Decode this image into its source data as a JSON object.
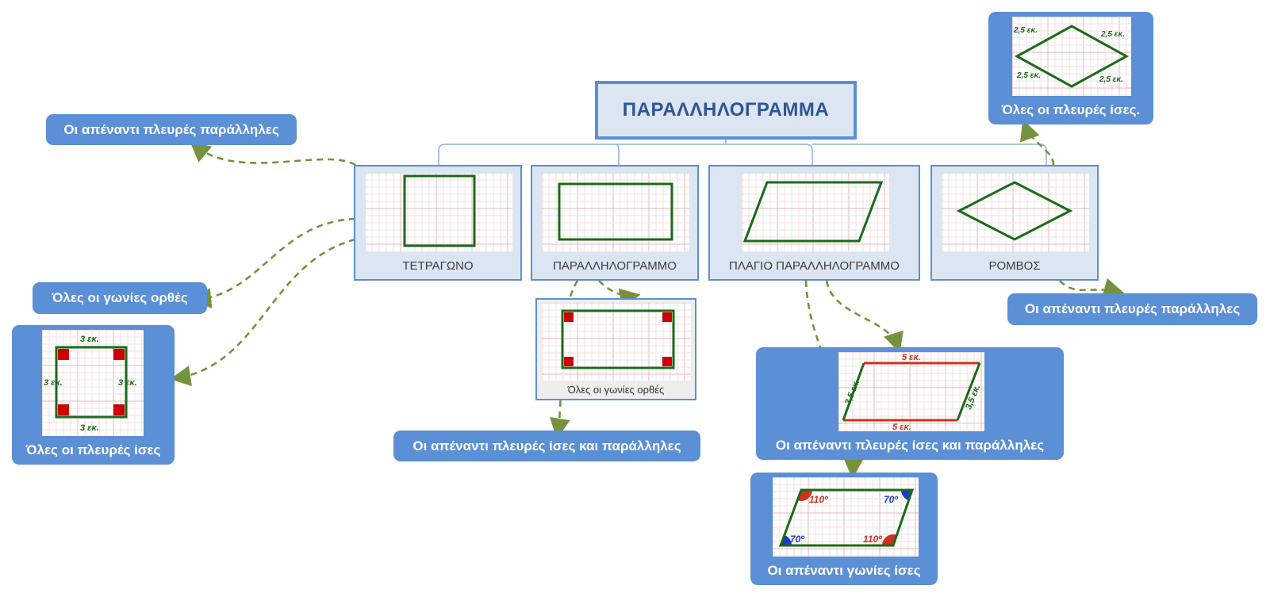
{
  "root": {
    "title": "ΠΑΡΑΛΛΗΛΟΓΡΑΜΜΑ"
  },
  "shapes": {
    "square": "ΤΕΤΡΑΓΩΝΟ",
    "rectangle": "ΠΑΡΑΛΛΗΛΟΓΡΑΜΜΟ",
    "oblique": "ΠΛΑΓΙΟ ΠΑΡΑΛΛΗΛΟΓΡΑΜΜΟ",
    "rhombus": "ΡΟΜΒΟΣ"
  },
  "notes": {
    "square_parallel": "Οι απέναντι πλευρές παράλληλες",
    "square_right_angles": "Όλες οι γωνίες ορθές",
    "square_equal_sides": "Όλες οι πλευρές ίσες",
    "rect_right_angles": "Όλες οι γωνίες ορθές",
    "rect_sides": "Οι απέναντι πλευρές ίσες και παράλληλες",
    "oblique_sides": "Οι απέναντι πλευρές ίσες και παράλληλες",
    "oblique_angles": "Οι απέναντι γωνίες ίσες",
    "rhombus_equal_sides": "Όλες οι πλευρές ίσες.",
    "rhombus_parallel": "Οι απέναντι πλευρές παράλληλες"
  },
  "measures": {
    "square_side": "3 εκ.",
    "oblique_long": "5 εκ.",
    "oblique_short": "3,5 εκ.",
    "rhombus_side": "2,5 εκ.",
    "angle_obtuse": "110º",
    "angle_acute": "70º"
  },
  "colors": {
    "shape_stroke": "#1a6b1a",
    "right_angle_mark": "#cc0000",
    "long_side_red": "#d03020",
    "acute_angle_blue": "#1a3ccc",
    "node_border": "#5b8fd6",
    "node_fill": "#dce6f2",
    "arrow": "#76923c"
  }
}
